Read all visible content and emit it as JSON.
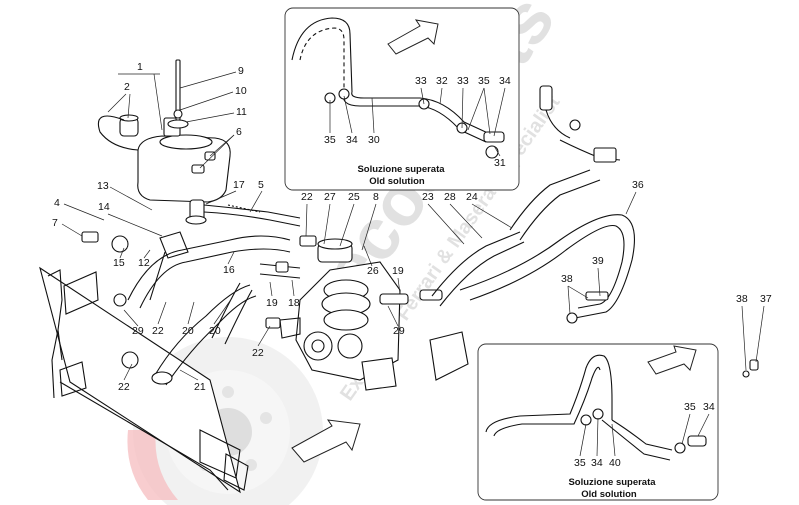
{
  "watermark": {
    "brand_text": "ecosports",
    "tagline": "Exclusive Ferrari & Maserati Specialist",
    "logo_icon": "brake-disc-logo-icon",
    "colors": {
      "grey": "#c9c9c9",
      "red": "#e0303a"
    }
  },
  "inset_top": {
    "caption_it": "Soluzione superata",
    "caption_en": "Old solution",
    "callouts": [
      "33",
      "32",
      "33",
      "35",
      "34",
      "35",
      "34",
      "30",
      "31"
    ]
  },
  "inset_bottom": {
    "caption_it": "Soluzione superata",
    "caption_en": "Old solution",
    "callouts": [
      "35",
      "34",
      "35",
      "34",
      "40"
    ]
  },
  "main_callouts": [
    "1",
    "2",
    "9",
    "10",
    "11",
    "6",
    "13",
    "17",
    "5",
    "4",
    "7",
    "15",
    "12",
    "14",
    "16",
    "22",
    "27",
    "25",
    "8",
    "23",
    "28",
    "24",
    "36",
    "26",
    "19",
    "18",
    "19",
    "20",
    "22",
    "29",
    "20",
    "29",
    "22",
    "22",
    "21",
    "39",
    "38",
    "38",
    "37"
  ],
  "arrows": [
    "direction-arrow-top-inset",
    "direction-arrow-bottom-inset",
    "direction-arrow-main"
  ]
}
